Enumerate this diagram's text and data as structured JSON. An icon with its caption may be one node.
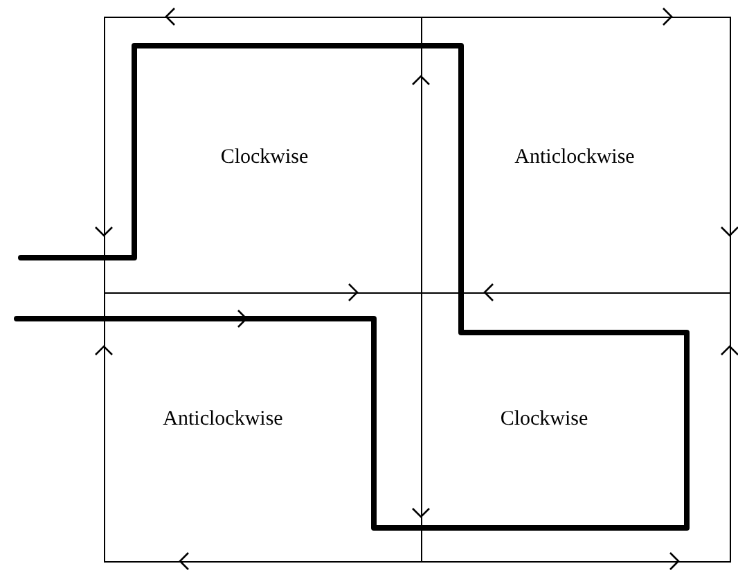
{
  "diagram": {
    "nodes": [
      {
        "text": [
          "Clockwise"
        ]
      },
      {
        "text": [
          "Anticlockwise"
        ]
      },
      {
        "text": [
          "Anticlockwise"
        ]
      },
      {
        "text": [
          "Clockwise"
        ]
      }
    ]
  }
}
